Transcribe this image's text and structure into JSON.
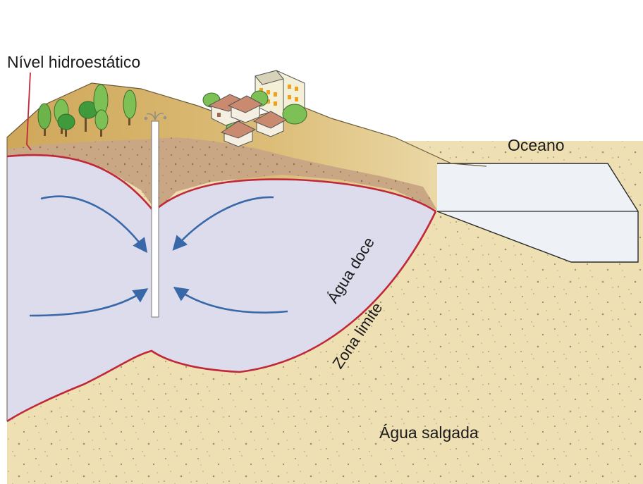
{
  "labels": {
    "water_table": "Nível hidroestático",
    "ocean": "Oceano",
    "fresh_water": "Água doce",
    "boundary_zone": "Zona limite",
    "salt_water": "Água salgada"
  },
  "colors": {
    "background": "#ffffff",
    "sand": "#efe0b4",
    "soil": "#c9a684",
    "hill": "#d7b46e",
    "fresh_water_lens": "#dcdcec",
    "ocean": "#eef2f6",
    "boundary_line": "#c0283a",
    "flow_arrows": "#3868a8",
    "outline": "#2a2a2a"
  },
  "icons": [
    "tree-icon",
    "house-icon",
    "apartment-building-icon",
    "well-pipe-icon",
    "water-spray-icon"
  ]
}
